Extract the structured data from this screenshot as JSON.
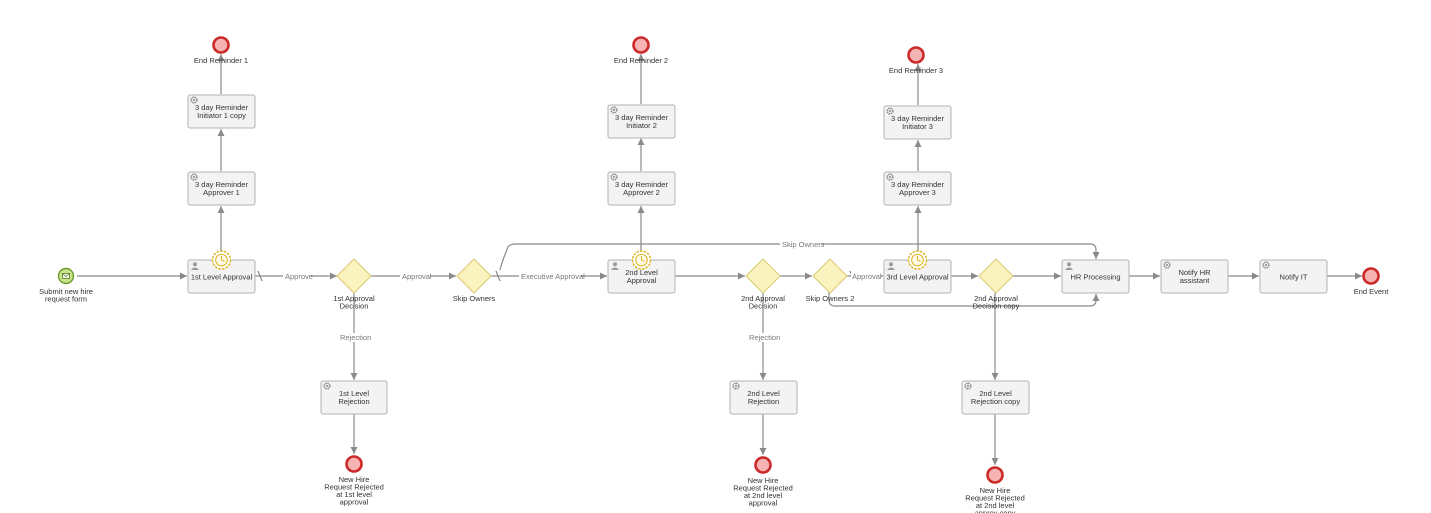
{
  "colors": {
    "flow": "#8a8a8a",
    "task_fill": "#f3f3f3",
    "task_stroke": "#b3b3b3",
    "gateway_fill": "#fbf3bd",
    "gateway_stroke": "#d9c970",
    "end_fill": "#f6b3b3",
    "end_stroke": "#cc2a2a",
    "start_fill": "#c9e48a",
    "start_stroke": "#6a9a2a",
    "timer_color": "#e0b21e"
  },
  "start_event": {
    "label": [
      "Submit new hire",
      "request form"
    ],
    "icon": "envelope-icon"
  },
  "tasks": {
    "level1_approval": {
      "label": [
        "1st Level Approval"
      ],
      "icon": "user-icon",
      "timer": true
    },
    "reminder_approver1": {
      "label": [
        "3 day Reminder",
        "Approver 1"
      ],
      "icon": "gear-icon"
    },
    "reminder_initiator1": {
      "label": [
        "3 day Reminder",
        "Initiator 1 copy"
      ],
      "icon": "gear-icon"
    },
    "level1_rejection": {
      "label": [
        "1st Level",
        "Rejection"
      ],
      "icon": "gear-icon"
    },
    "level2_approval": {
      "label": [
        "2nd Level",
        "Approval"
      ],
      "icon": "user-icon",
      "timer": true
    },
    "reminder_approver2": {
      "label": [
        "3 day Reminder",
        "Approver 2"
      ],
      "icon": "gear-icon"
    },
    "reminder_initiator2": {
      "label": [
        "3 day Reminder",
        "Initiator 2"
      ],
      "icon": "gear-icon"
    },
    "level2_rejection": {
      "label": [
        "2nd Level",
        "Rejection"
      ],
      "icon": "gear-icon"
    },
    "level3_approval": {
      "label": [
        "3rd Level Approval"
      ],
      "icon": "user-icon",
      "timer": true
    },
    "reminder_approver3": {
      "label": [
        "3 day Reminder",
        "Approver 3"
      ],
      "icon": "gear-icon"
    },
    "reminder_initiator3": {
      "label": [
        "3 day Reminder",
        "Initiator 3"
      ],
      "icon": "gear-icon"
    },
    "level2_rejection_copy": {
      "label": [
        "2nd Level",
        "Rejection copy"
      ],
      "icon": "gear-icon"
    },
    "hr_processing": {
      "label": [
        "HR Processing"
      ],
      "icon": "user-icon"
    },
    "notify_hr": {
      "label": [
        "Notify HR",
        "assistant"
      ],
      "icon": "gear-icon"
    },
    "notify_it": {
      "label": [
        "Notify IT"
      ],
      "icon": "gear-icon"
    }
  },
  "gateways": {
    "approval1": {
      "label": [
        "1st Approval",
        "Decision"
      ]
    },
    "skip1": {
      "label": [
        "Skip Owners"
      ]
    },
    "approval2": {
      "label": [
        "2nd Approval",
        "Decision"
      ]
    },
    "skip2": {
      "label": [
        "Skip Owners 2"
      ]
    },
    "approval3": {
      "label": [
        "2nd Approval",
        "Decision copy"
      ]
    }
  },
  "end_events": {
    "reminder1": {
      "label": [
        "End Reminder 1"
      ]
    },
    "reminder2": {
      "label": [
        "End Reminder 2"
      ]
    },
    "reminder3": {
      "label": [
        "End Reminder 3"
      ]
    },
    "rejected1": {
      "label": [
        "New Hire",
        "Request Rejected",
        "at 1st level",
        "approval"
      ]
    },
    "rejected2": {
      "label": [
        "New Hire",
        "Request Rejected",
        "at 2nd level",
        "approval"
      ]
    },
    "rejected3": {
      "label": [
        "New Hire",
        "Request Rejected",
        "at 2nd level",
        "approv copy"
      ]
    },
    "final": {
      "label": [
        "End Event"
      ]
    }
  },
  "flow_labels": {
    "approve": "Approve",
    "approval_1": "Approval",
    "executive_approval": "Executive Approval",
    "approval_2": "Approval",
    "rejection_1": "Rejection",
    "rejection_2": "Rejection",
    "skip_owners": "Skip Owners"
  }
}
